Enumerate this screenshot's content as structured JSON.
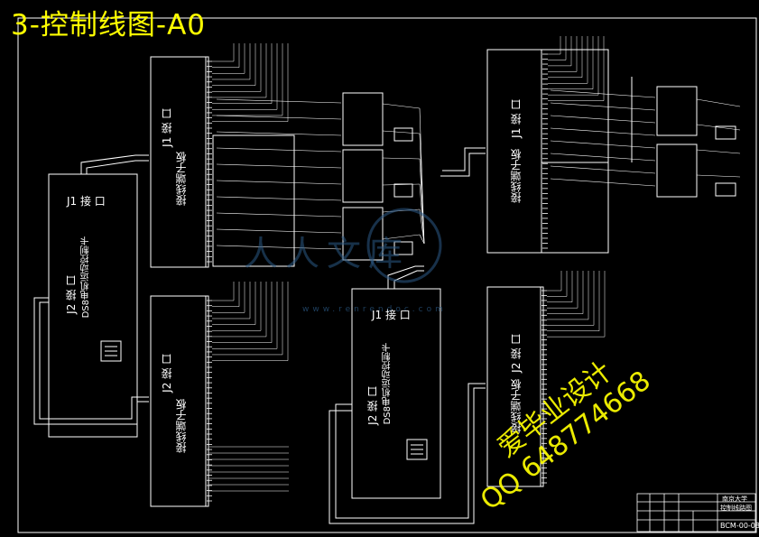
{
  "title": "3-控制线图-A0",
  "watermark": {
    "line1": "爱毕业设计",
    "line2": "QQ 648774668",
    "site_cn": "人人文库",
    "site_url": "www.renrendoc.com"
  },
  "boards": {
    "terminal_j1_label": "J1 接 口",
    "terminal_j2_label": "J2 接 口",
    "terminal_board_name": "接线端子板",
    "card_j1": "J1 接 口",
    "card_j2": "J2 接 口",
    "card_name": "DS8电机运动控制卡"
  },
  "title_block": {
    "school": "南京大学",
    "drawing_name": "控制线路图",
    "code": "BCM-00-08"
  },
  "colors": {
    "line": "#ffffff",
    "accent": "#ffff00",
    "watermark_blue": "#2b5a86"
  }
}
